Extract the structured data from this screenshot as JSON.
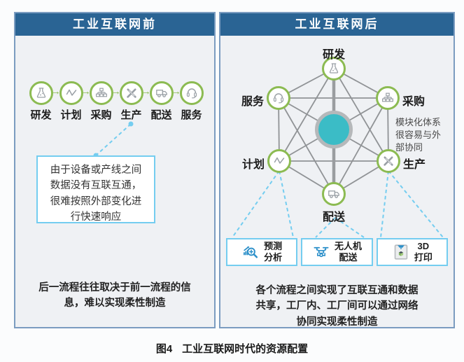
{
  "caption": {
    "figure": "图4",
    "text": "工业互联网时代的资源配置"
  },
  "colors": {
    "header_blue": "#2a6494",
    "node_ring_green": "#8cbb52",
    "hub_teal": "#3bbcc6",
    "hub_ring_gray": "#b5b8ba",
    "network_line_gray": "#909396",
    "dashed_line_blue": "#74cdf0",
    "panel_border_blue": "#7b9cc0",
    "capability_icon_blue": "#2b8fc9",
    "panel_background": "#eff1f4"
  },
  "left_panel": {
    "title": "工业互联网前",
    "flow_arrow_icon": "arrow-right-icon",
    "flow": [
      {
        "label": "研发",
        "icon": "flask-icon"
      },
      {
        "label": "计划",
        "icon": "trend-line-icon"
      },
      {
        "label": "采购",
        "icon": "org-chart-icon"
      },
      {
        "label": "生产",
        "icon": "tools-icon"
      },
      {
        "label": "配送",
        "icon": "truck-icon"
      },
      {
        "label": "服务",
        "icon": "headset-icon"
      }
    ],
    "callout": "由于设备或产线之间数据没有互联互通，很难按照外部变化进行快速响应",
    "summary": "后一流程往往取决于前一流程的信息，难以实现柔性制造"
  },
  "right_panel": {
    "title": "工业互联网后",
    "nodes": [
      {
        "label": "研发",
        "icon": "flask-icon"
      },
      {
        "label": "服务",
        "icon": "headset-icon"
      },
      {
        "label": "采购",
        "icon": "org-chart-icon"
      },
      {
        "label": "计划",
        "icon": "trend-line-icon"
      },
      {
        "label": "生产",
        "icon": "tools-icon"
      },
      {
        "label": "配送",
        "icon": "truck-icon"
      }
    ],
    "annotation": "模块化体系很容易与外部协同",
    "capabilities": [
      {
        "line1": "预测",
        "line2": "分析",
        "icon": "forecast-analysis-icon"
      },
      {
        "line1": "无人机",
        "line2": "配送",
        "icon": "drone-icon"
      },
      {
        "line1": "3D",
        "line2": "打印",
        "icon": "3d-printer-icon"
      }
    ],
    "summary": "各个流程之间实现了互联互通和数据共享，工厂内、工厂间可以通过网络协同实现柔性制造"
  }
}
